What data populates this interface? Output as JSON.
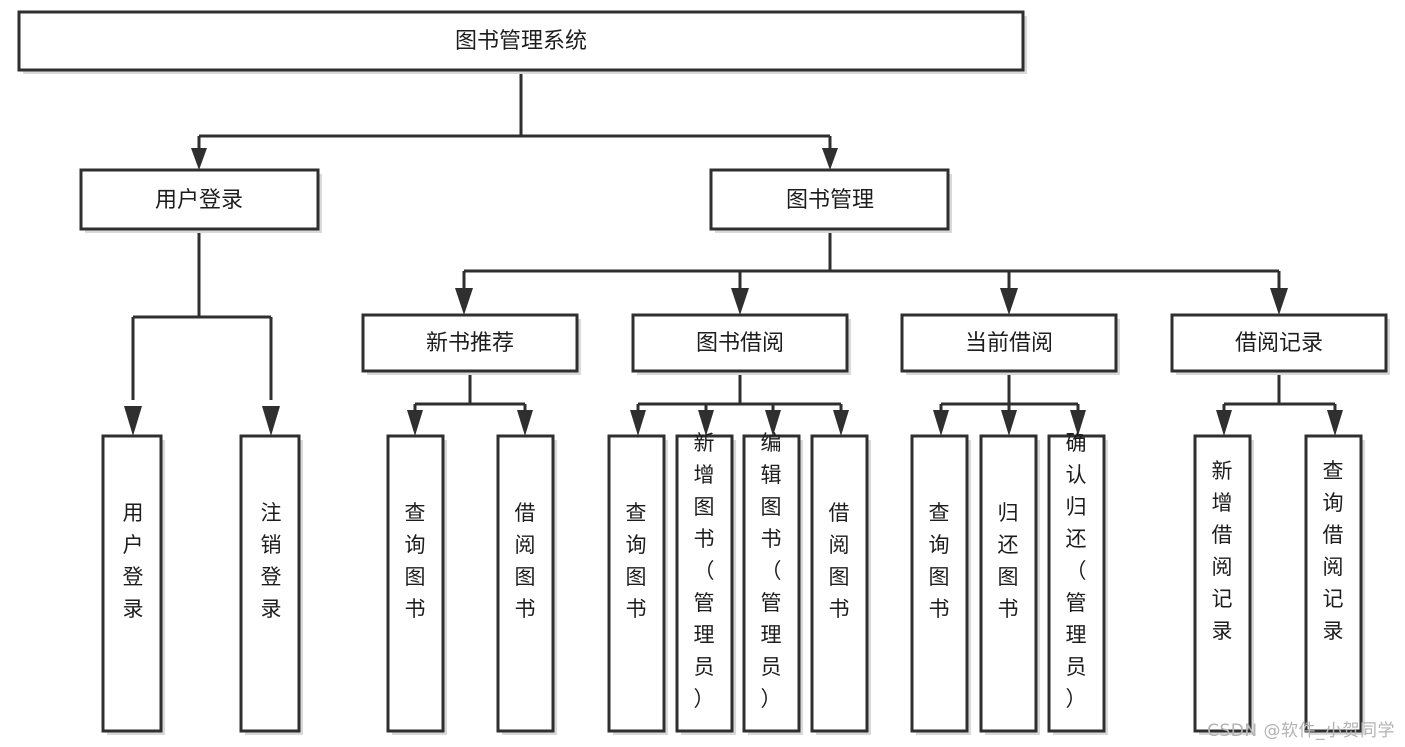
{
  "diagram": {
    "title": "图书管理系统",
    "watermark": "CSDN @软件_小贺同学",
    "colors": {
      "stroke": "#2f2f2f",
      "fill": "#ffffff",
      "text": "#1d1d1d",
      "watermark": "#b3b3b3"
    },
    "type": "tree-hierarchy-diagram",
    "levels": 4,
    "nodes": {
      "root": {
        "id": "root",
        "label": "图书管理系统",
        "level": 0,
        "orientation": "horizontal"
      },
      "l1_a": {
        "id": "l1_a",
        "label": "用户登录",
        "level": 1,
        "orientation": "horizontal"
      },
      "l1_b": {
        "id": "l1_b",
        "label": "图书管理",
        "level": 1,
        "orientation": "horizontal"
      },
      "l2_a": {
        "id": "l2_a",
        "label": "新书推荐",
        "level": 2,
        "orientation": "horizontal"
      },
      "l2_b": {
        "id": "l2_b",
        "label": "图书借阅",
        "level": 2,
        "orientation": "horizontal"
      },
      "l2_c": {
        "id": "l2_c",
        "label": "当前借阅",
        "level": 2,
        "orientation": "horizontal"
      },
      "l2_d": {
        "id": "l2_d",
        "label": "借阅记录",
        "level": 2,
        "orientation": "horizontal"
      },
      "leaf_01": {
        "id": "leaf_01",
        "label": "用户登录",
        "level": 3,
        "orientation": "vertical",
        "parent": "l1_a"
      },
      "leaf_02": {
        "id": "leaf_02",
        "label": "注销登录",
        "level": 3,
        "orientation": "vertical",
        "parent": "l1_a"
      },
      "leaf_03": {
        "id": "leaf_03",
        "label": "查询图书",
        "level": 3,
        "orientation": "vertical",
        "parent": "l2_a"
      },
      "leaf_04": {
        "id": "leaf_04",
        "label": "借阅图书",
        "level": 3,
        "orientation": "vertical",
        "parent": "l2_a"
      },
      "leaf_05": {
        "id": "leaf_05",
        "label": "查询图书",
        "level": 3,
        "orientation": "vertical",
        "parent": "l2_b"
      },
      "leaf_06": {
        "id": "leaf_06",
        "label": "新增图书（管理员）",
        "level": 3,
        "orientation": "vertical",
        "parent": "l2_b"
      },
      "leaf_07": {
        "id": "leaf_07",
        "label": "编辑图书（管理员）",
        "level": 3,
        "orientation": "vertical",
        "parent": "l2_b"
      },
      "leaf_08": {
        "id": "leaf_08",
        "label": "借阅图书",
        "level": 3,
        "orientation": "vertical",
        "parent": "l2_b"
      },
      "leaf_09": {
        "id": "leaf_09",
        "label": "查询图书",
        "level": 3,
        "orientation": "vertical",
        "parent": "l2_c"
      },
      "leaf_10": {
        "id": "leaf_10",
        "label": "归还图书",
        "level": 3,
        "orientation": "vertical",
        "parent": "l2_c"
      },
      "leaf_11": {
        "id": "leaf_11",
        "label": "确认归还（管理员）",
        "level": 3,
        "orientation": "vertical",
        "parent": "l2_c"
      },
      "leaf_12": {
        "id": "leaf_12",
        "label": "新增借阅记录",
        "level": 3,
        "orientation": "vertical",
        "parent": "l2_d"
      },
      "leaf_13": {
        "id": "leaf_13",
        "label": "查询借阅记录",
        "level": 3,
        "orientation": "vertical",
        "parent": "l2_d"
      }
    }
  }
}
